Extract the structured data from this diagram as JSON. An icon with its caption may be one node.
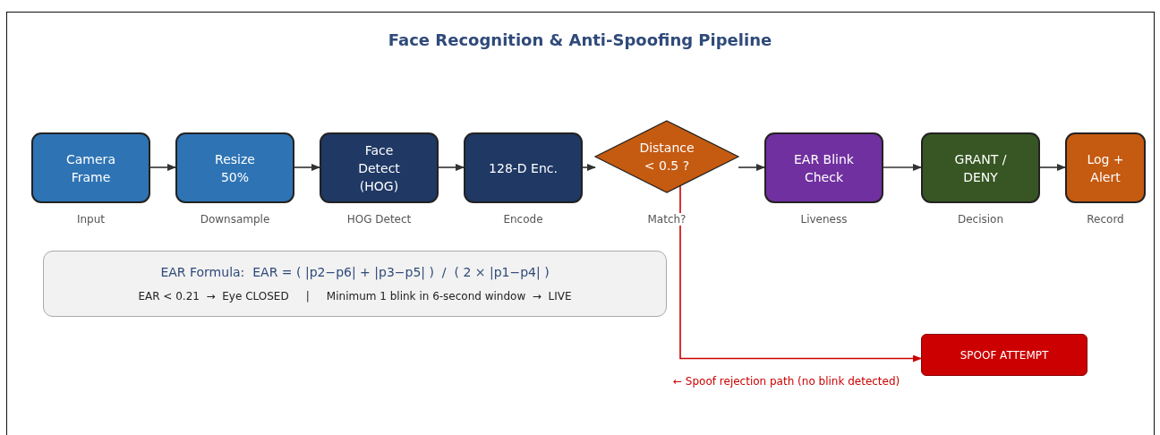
{
  "diagram": {
    "title": "Face Recognition & Anti-Spoofing Pipeline",
    "nodes": [
      {
        "text": [
          "Camera Frame"
        ],
        "beside": [
          "Input"
        ]
      },
      {
        "text": [
          "Resize 50%"
        ],
        "beside": [
          "Downsample"
        ]
      },
      {
        "text": [
          "Face Detect (HOG)"
        ],
        "beside": [
          "HOG Detect"
        ]
      },
      {
        "text": [
          "128-D Enc."
        ],
        "beside": [
          "Encode"
        ]
      },
      {
        "text": [
          "Distance < 0.5 ?"
        ],
        "beside": [
          "Match?"
        ]
      },
      {
        "text": [
          "EAR Blink Check"
        ],
        "beside": [
          "Liveness"
        ]
      },
      {
        "text": [
          "GRANT / DENY"
        ],
        "beside": [
          "Decision"
        ]
      },
      {
        "text": [
          "Log + Alert"
        ],
        "beside": [
          "Record"
        ]
      },
      {
        "text": [
          "EAR Formula:  EAR = ( |p2−p6| + |p3−p5| )  /  ( 2 × |p1−p4| )",
          "EAR < 0.21  →  Eye CLOSED     |     Minimum 1 blink in 6-second window  →  LIVE"
        ]
      },
      {
        "text": [
          "SPOOF ATTEMPT"
        ]
      }
    ],
    "edges": [
      {
        "from": 0,
        "to": 1,
        "arrow": "to"
      },
      {
        "from": 1,
        "to": 2,
        "arrow": "to"
      },
      {
        "from": 2,
        "to": 3,
        "arrow": "to"
      },
      {
        "from": 3,
        "to": 4,
        "arrow": "to"
      },
      {
        "from": 4,
        "to": 5,
        "arrow": "to"
      },
      {
        "from": 5,
        "to": 6,
        "arrow": "to"
      },
      {
        "from": 6,
        "to": 7,
        "arrow": "to"
      },
      {
        "from": 4,
        "to": 9,
        "arrow": "to",
        "label": "← Spoof rejection path (no blink detected)",
        "color": "#cc0000"
      }
    ]
  }
}
